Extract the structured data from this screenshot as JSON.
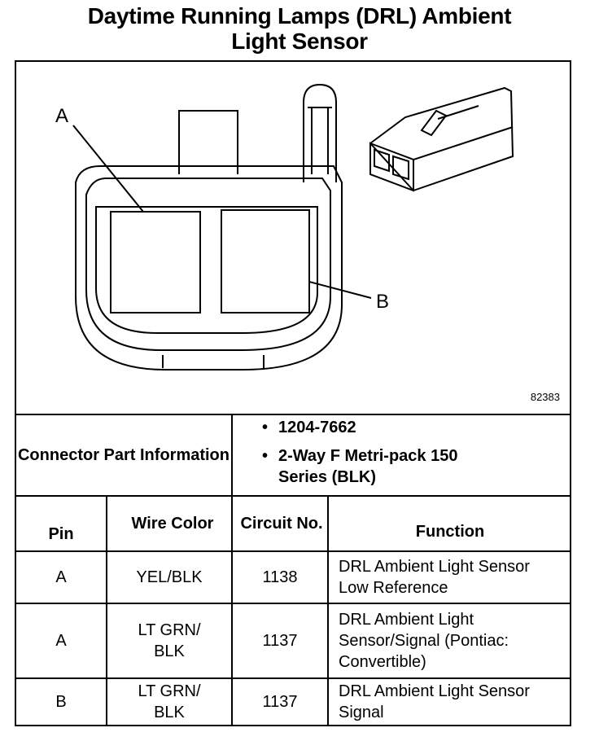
{
  "title": {
    "line1": "Daytime Running Lamps (DRL) Ambient",
    "line2": "Light Sensor"
  },
  "diagram": {
    "label_a": "A",
    "label_b": "B",
    "figure_number": "82383"
  },
  "connector_info": {
    "label": "Connector Part Information",
    "items": [
      "1204-7662",
      "2-Way F Metri-pack 150 Series (BLK)"
    ]
  },
  "table": {
    "headers": {
      "pin": "Pin",
      "wire_color": "Wire Color",
      "circuit_no": "Circuit No.",
      "function": "Function"
    },
    "rows": [
      {
        "pin": "A",
        "wire_color": "YEL/BLK",
        "circuit": "1138",
        "function": "DRL Ambient Light Sensor Low Reference"
      },
      {
        "pin": "A",
        "wire_color": "LT GRN/ BLK",
        "circuit": "1137",
        "function": "DRL Ambient Light Sensor/Signal (Pontiac: Convertible)"
      },
      {
        "pin": "B",
        "wire_color": "LT GRN/ BLK",
        "circuit": "1137",
        "function": "DRL Ambient Light Sensor Signal"
      }
    ]
  }
}
